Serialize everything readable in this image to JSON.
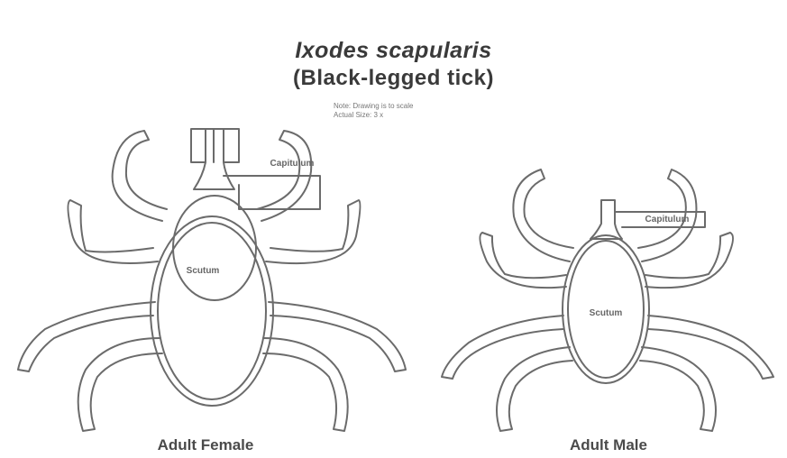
{
  "title": {
    "line1": "Ixodes scapularis",
    "line2": "(Black-legged tick)"
  },
  "notes": {
    "line1": "Note: Drawing is to scale",
    "line2": "Actual Size: 3 x"
  },
  "female": {
    "caption": "Adult Female",
    "body_label": "Scutum",
    "head_label": "Capitulum"
  },
  "male": {
    "caption": "Adult Male",
    "body_label": "Scutum",
    "head_label": "Capitulum"
  },
  "colors": {
    "line": "#6b6b6b",
    "background": "#ffffff"
  }
}
